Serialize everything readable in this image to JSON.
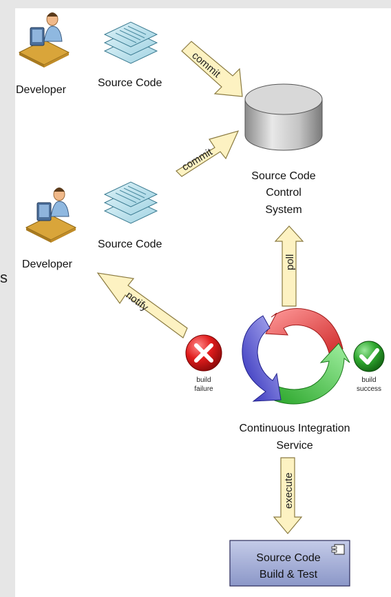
{
  "left_edge_glyph": "s",
  "nodes": {
    "developer_top": {
      "label": "Developer"
    },
    "source_code_top": {
      "label": "Source Code"
    },
    "developer_bottom": {
      "label": "Developer"
    },
    "source_code_bottom": {
      "label": "Source Code"
    },
    "scc": {
      "line1": "Source Code",
      "line2": "Control",
      "line3": "System"
    },
    "ci": {
      "line1": "Continuous Integration",
      "line2": "Service"
    },
    "build": {
      "line1": "Source Code",
      "line2": "Build & Test"
    },
    "failure": {
      "line1": "build",
      "line2": "failure"
    },
    "success": {
      "line1": "build",
      "line2": "success"
    }
  },
  "arrows": {
    "commit_top": "commit",
    "commit_bottom": "commit",
    "poll": "poll",
    "notify": "notify",
    "execute": "execute"
  },
  "colors": {
    "arrow_fill": "#fdf2c2",
    "arrow_stroke": "#8a7a40",
    "failure": "#d81818",
    "success": "#2fa22f",
    "cycle_red": "#e84848",
    "cycle_green": "#3ec23e",
    "cycle_blue": "#4a48d8",
    "build_box": "#a6b0d8"
  }
}
